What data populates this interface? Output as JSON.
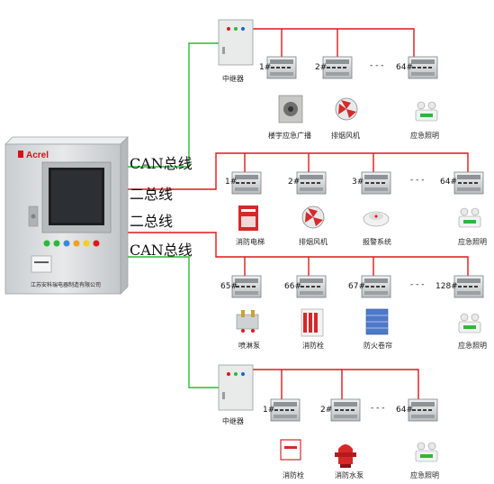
{
  "cabinet": {
    "brand": "Acrel",
    "footer": "江苏安科瑞电器制造有限公司"
  },
  "bus_labels": [
    "CAN总线",
    "二总线",
    "二总线",
    "CAN总线"
  ],
  "repeater_label": "中继器",
  "rows": [
    {
      "modules": [
        "1#",
        "2#",
        "64#"
      ],
      "ellipsis": "- - -",
      "devices": [
        "楼宇应急广播",
        "排烟风机",
        "应急照明"
      ]
    },
    {
      "modules": [
        "1#",
        "2#",
        "3#",
        "64#"
      ],
      "ellipsis": "- - -",
      "devices": [
        "消防电梯",
        "排烟风机",
        "报警系统",
        "应急照明"
      ]
    },
    {
      "modules": [
        "65#",
        "66#",
        "67#",
        "128#"
      ],
      "ellipsis": "- - -",
      "devices": [
        "喷淋泵",
        "消防栓",
        "防火卷帘",
        "应急照明"
      ]
    },
    {
      "modules": [
        "1#",
        "2#",
        "64#"
      ],
      "ellipsis": "- - -",
      "devices": [
        "消防栓",
        "消防水泵",
        "应急照明"
      ]
    }
  ],
  "colors": {
    "green_line": "#2db83a",
    "red_line": "#e0161b",
    "cabinet": "#d9dcdd",
    "brand_red": "#d1121a"
  }
}
